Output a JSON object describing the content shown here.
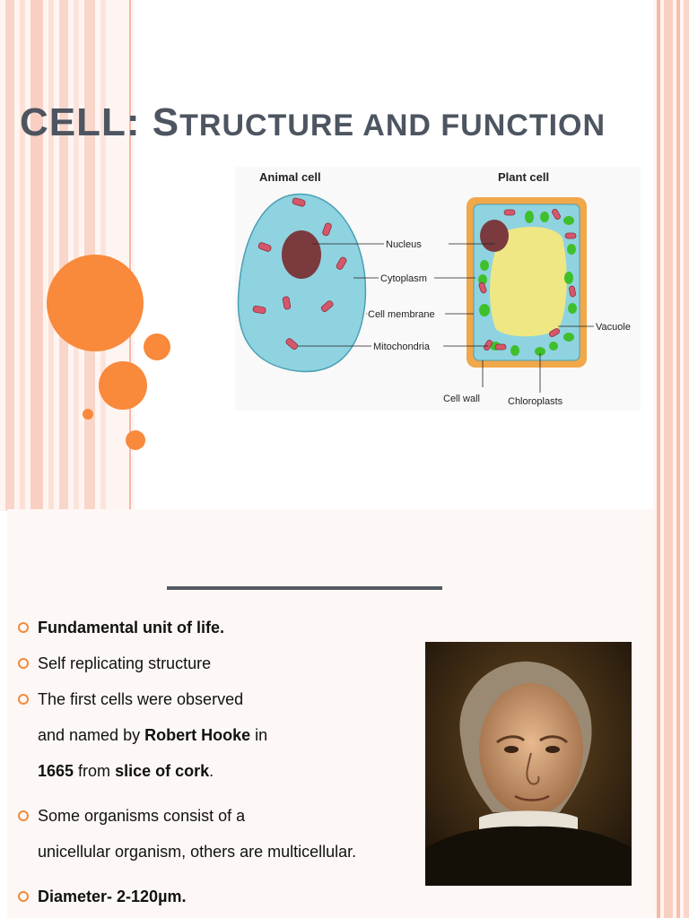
{
  "slide": {
    "title_cap1": "C",
    "title_rest1": "ELL: ",
    "title_cap2": "S",
    "title_rest2": "TRUCTURE AND FUNCTION"
  },
  "diagram": {
    "animal_title": "Animal cell",
    "plant_title": "Plant cell",
    "labels": {
      "nucleus": "Nucleus",
      "cytoplasm": "Cytoplasm",
      "cell_membrane": "Cell membrane",
      "mitochondria": "Mitochondria",
      "vacuole": "Vacuole",
      "cell_wall": "Cell wall",
      "chloroplasts": "Chloroplasts"
    }
  },
  "bullets": [
    {
      "parts": [
        {
          "text": "Fundamental unit of life.",
          "bold": true
        }
      ]
    },
    {
      "parts": [
        {
          "text": "Self replicating structure",
          "bold": false
        }
      ]
    },
    {
      "parts": [
        {
          "text": "The first cells were observed",
          "bold": false
        }
      ]
    },
    {
      "parts": [
        {
          "text": "and named by ",
          "bold": false
        },
        {
          "text": "Robert Hooke",
          "bold": true
        },
        {
          "text": " in",
          "bold": false
        }
      ],
      "indent": true
    },
    {
      "parts": [
        {
          "text": "1665",
          "bold": true
        },
        {
          "text": " from ",
          "bold": false
        },
        {
          "text": "slice of cork",
          "bold": true
        },
        {
          "text": ".",
          "bold": false
        }
      ],
      "indent": true
    },
    {
      "parts": [
        {
          "text": "Some organisms consist of a",
          "bold": false
        }
      ]
    },
    {
      "parts": [
        {
          "text": "unicellular organism, others are multicellular.",
          "bold": false
        }
      ],
      "indent": true
    },
    {
      "parts": [
        {
          "text": "Diameter- 2-120µm.",
          "bold": true
        }
      ]
    }
  ],
  "colors": {
    "accent": "#f28a3a",
    "stripe": "#f6c9bb",
    "title": "#4d5560",
    "cytoplasm": "#8fd3e0",
    "nucleus": "#7b3a3e",
    "vacuole": "#eee784",
    "cell_wall": "#f0a84a",
    "chloroplast": "#3fbf2a",
    "mitochondria": "#d6576a"
  }
}
